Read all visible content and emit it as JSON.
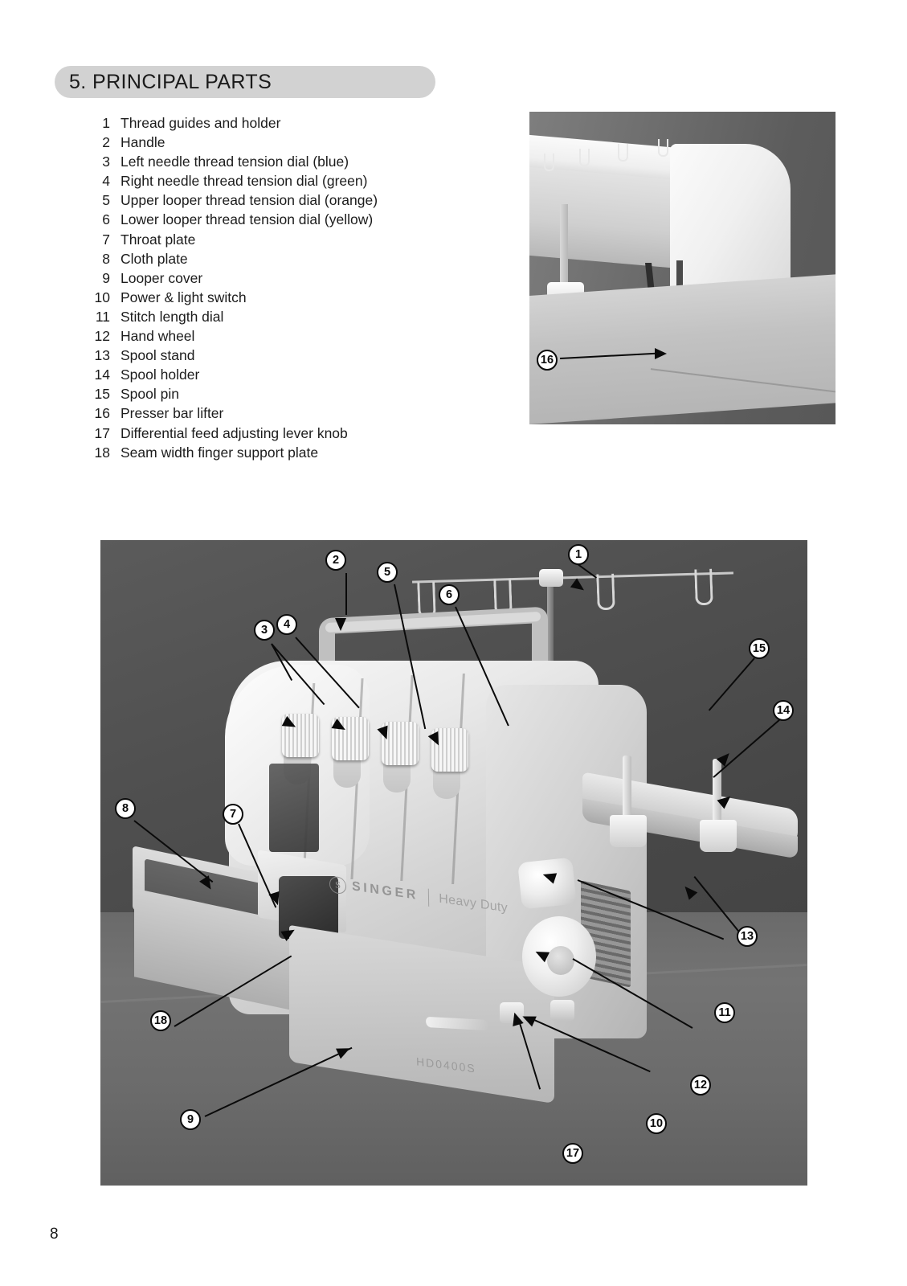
{
  "page": {
    "number": "8"
  },
  "section": {
    "heading": "5. PRINCIPAL PARTS"
  },
  "parts_list": [
    {
      "number": "1",
      "label": "Thread guides and holder"
    },
    {
      "number": "2",
      "label": "Handle"
    },
    {
      "number": "3",
      "label": "Left needle thread tension dial (blue)"
    },
    {
      "number": "4",
      "label": "Right needle thread tension dial (green)"
    },
    {
      "number": "5",
      "label": "Upper looper thread tension dial (orange)"
    },
    {
      "number": "6",
      "label": "Lower looper thread tension dial (yellow)"
    },
    {
      "number": "7",
      "label": "Throat plate"
    },
    {
      "number": "8",
      "label": "Cloth plate"
    },
    {
      "number": "9",
      "label": "Looper cover"
    },
    {
      "number": "10",
      "label": "Power & light switch"
    },
    {
      "number": "11",
      "label": "Stitch length dial"
    },
    {
      "number": "12",
      "label": "Hand wheel"
    },
    {
      "number": "13",
      "label": "Spool stand"
    },
    {
      "number": "14",
      "label": "Spool holder"
    },
    {
      "number": "15",
      "label": "Spool pin"
    },
    {
      "number": "16",
      "label": "Presser bar lifter"
    },
    {
      "number": "17",
      "label": "Differential feed adjusting lever knob"
    },
    {
      "number": "18",
      "label": "Seam width finger support plate"
    }
  ],
  "detail_photo": {
    "callouts": [
      {
        "number": "16"
      }
    ]
  },
  "main_photo": {
    "brand": {
      "logo_mark": "S",
      "name": "SINGER",
      "sub": "Heavy Duty",
      "model": "HD0400S"
    },
    "callouts": [
      {
        "number": "1"
      },
      {
        "number": "2"
      },
      {
        "number": "3"
      },
      {
        "number": "4"
      },
      {
        "number": "5"
      },
      {
        "number": "6"
      },
      {
        "number": "7"
      },
      {
        "number": "8"
      },
      {
        "number": "9"
      },
      {
        "number": "10"
      },
      {
        "number": "11"
      },
      {
        "number": "12"
      },
      {
        "number": "13"
      },
      {
        "number": "14"
      },
      {
        "number": "15"
      },
      {
        "number": "17"
      },
      {
        "number": "18"
      }
    ]
  },
  "colors": {
    "header_band": "#d2d2d2",
    "text": "#1c1c1c",
    "callout_outline": "#0a0a0a"
  }
}
